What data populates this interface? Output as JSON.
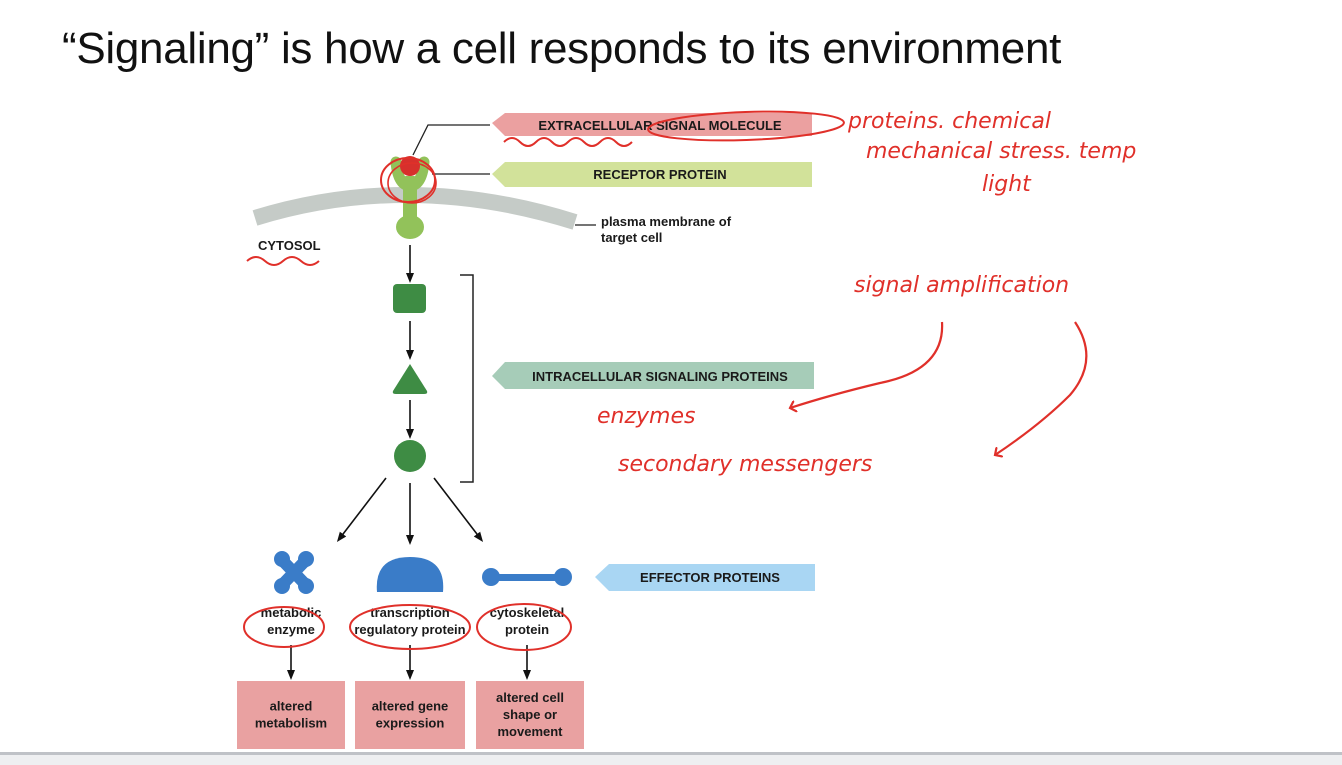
{
  "slide": {
    "title": "“Signaling” is how a cell responds to its environment"
  },
  "diagram": {
    "callouts": {
      "signal_molecule": "EXTRACELLULAR SIGNAL MOLECULE",
      "receptor": "RECEPTOR PROTEIN",
      "intracellular": "INTRACELLULAR SIGNALING PROTEINS",
      "effector": "EFFECTOR PROTEINS"
    },
    "callout_colors": {
      "signal_molecule": "#eba0a0",
      "receptor": "#d2e29a",
      "intracellular": "#a6ccb8",
      "effector": "#a9d6f3"
    },
    "membrane_label_line1": "plasma membrane of",
    "membrane_label_line2": "target cell",
    "cytosol_label": "CYTOSOL",
    "effectors": [
      {
        "line1": "metabolic",
        "line2": "enzyme",
        "shape": "cross"
      },
      {
        "line1": "transcription",
        "line2": "regulatory protein",
        "shape": "dome"
      },
      {
        "line1": "cytoskeletal",
        "line2": "protein",
        "shape": "dumbbell"
      }
    ],
    "outcomes": [
      {
        "lines": [
          "altered",
          "metabolism"
        ]
      },
      {
        "lines": [
          "altered gene",
          "expression"
        ]
      },
      {
        "lines": [
          "altered cell",
          "shape or",
          "movement"
        ]
      }
    ],
    "colors": {
      "signal": "#d7302c",
      "receptor": "#92c25a",
      "intracellular": "#3e8c44",
      "effector": "#3a7cc8",
      "membrane": "#c5cbc7",
      "outcome_box": "#e9a1a1"
    }
  },
  "annotations": {
    "signal_types_line1": "proteins. chemical",
    "signal_types_line2": "mechanical  stress. temp",
    "signal_types_line3": "light",
    "amplification": "signal  amplification",
    "enzymes": "enzymes",
    "secondary_messengers": "secondary  messengers",
    "ink_color": "#e0302a"
  }
}
